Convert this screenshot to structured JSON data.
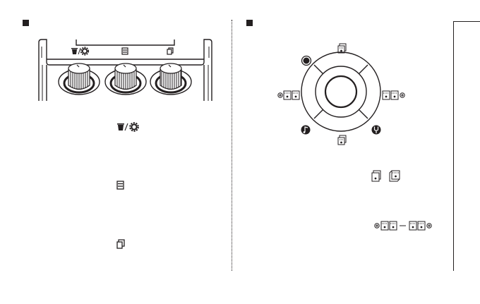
{
  "left_section": {
    "marker": "square-bullet",
    "illustration": "three-knob-pedal-panel",
    "knob_icons": [
      "trash-settings-icon",
      "list-icon",
      "copy-icon"
    ],
    "text_icons": [
      "trash-settings-icon",
      "list-icon",
      "copy-icon"
    ]
  },
  "right_section": {
    "marker": "square-bullet",
    "illustration": "selector-wheel",
    "wheel_icons": [
      "record-icon",
      "patch-up-icon",
      "patch-left-icon",
      "patch-right-icon",
      "tuner-note-icon",
      "tuner-fork-icon",
      "patch-down-icon"
    ],
    "text_icons": [
      "patch-updown-icon",
      "patch-leftright-icon"
    ]
  },
  "colors": {
    "ink": "#231f20",
    "paper": "#ffffff"
  }
}
